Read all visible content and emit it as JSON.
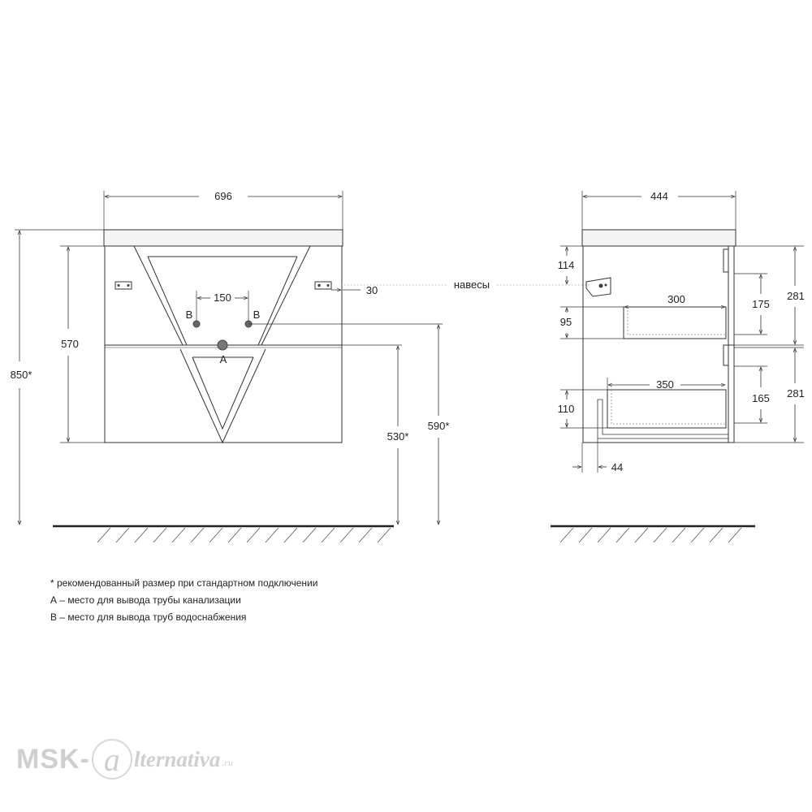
{
  "front_view": {
    "width_label": "696",
    "door_height_label": "570",
    "total_height_label": "850*",
    "pipe_spacing_label": "150",
    "water_inlet_left_label": "B",
    "water_inlet_right_label": "B",
    "drain_label": "A",
    "hinge_offset_label": "30",
    "drain_height_label": "530*",
    "water_height_label": "590*"
  },
  "hinge_callout": "навесы",
  "side_view": {
    "depth_label": "444",
    "hinge_top_label": "114",
    "upper_drawer_depth_label": "300",
    "upper_front_height_label": "281",
    "upper_drawer_height_label": "175",
    "upper_gap_label": "95",
    "lower_drawer_depth_label": "350",
    "lower_drawer_height_label": "165",
    "lower_front_height_label": "281",
    "lower_gap_label": "110",
    "wall_gap_label": "44"
  },
  "notes": [
    "* рекомендованный размер при стандартном подключении",
    "А – место для вывода трубы канализации",
    "В – место для вывода труб водоснабжения"
  ],
  "watermark": {
    "part1": "MSK-",
    "circle": "a",
    "part2": "lternativa",
    "suffix": ".ru"
  },
  "colors": {
    "line": "#333333",
    "thin_line": "#555555",
    "floor": "#222222",
    "dot": "#555555",
    "top": "#f4f4f4",
    "watermark": "#cfcfcf"
  }
}
